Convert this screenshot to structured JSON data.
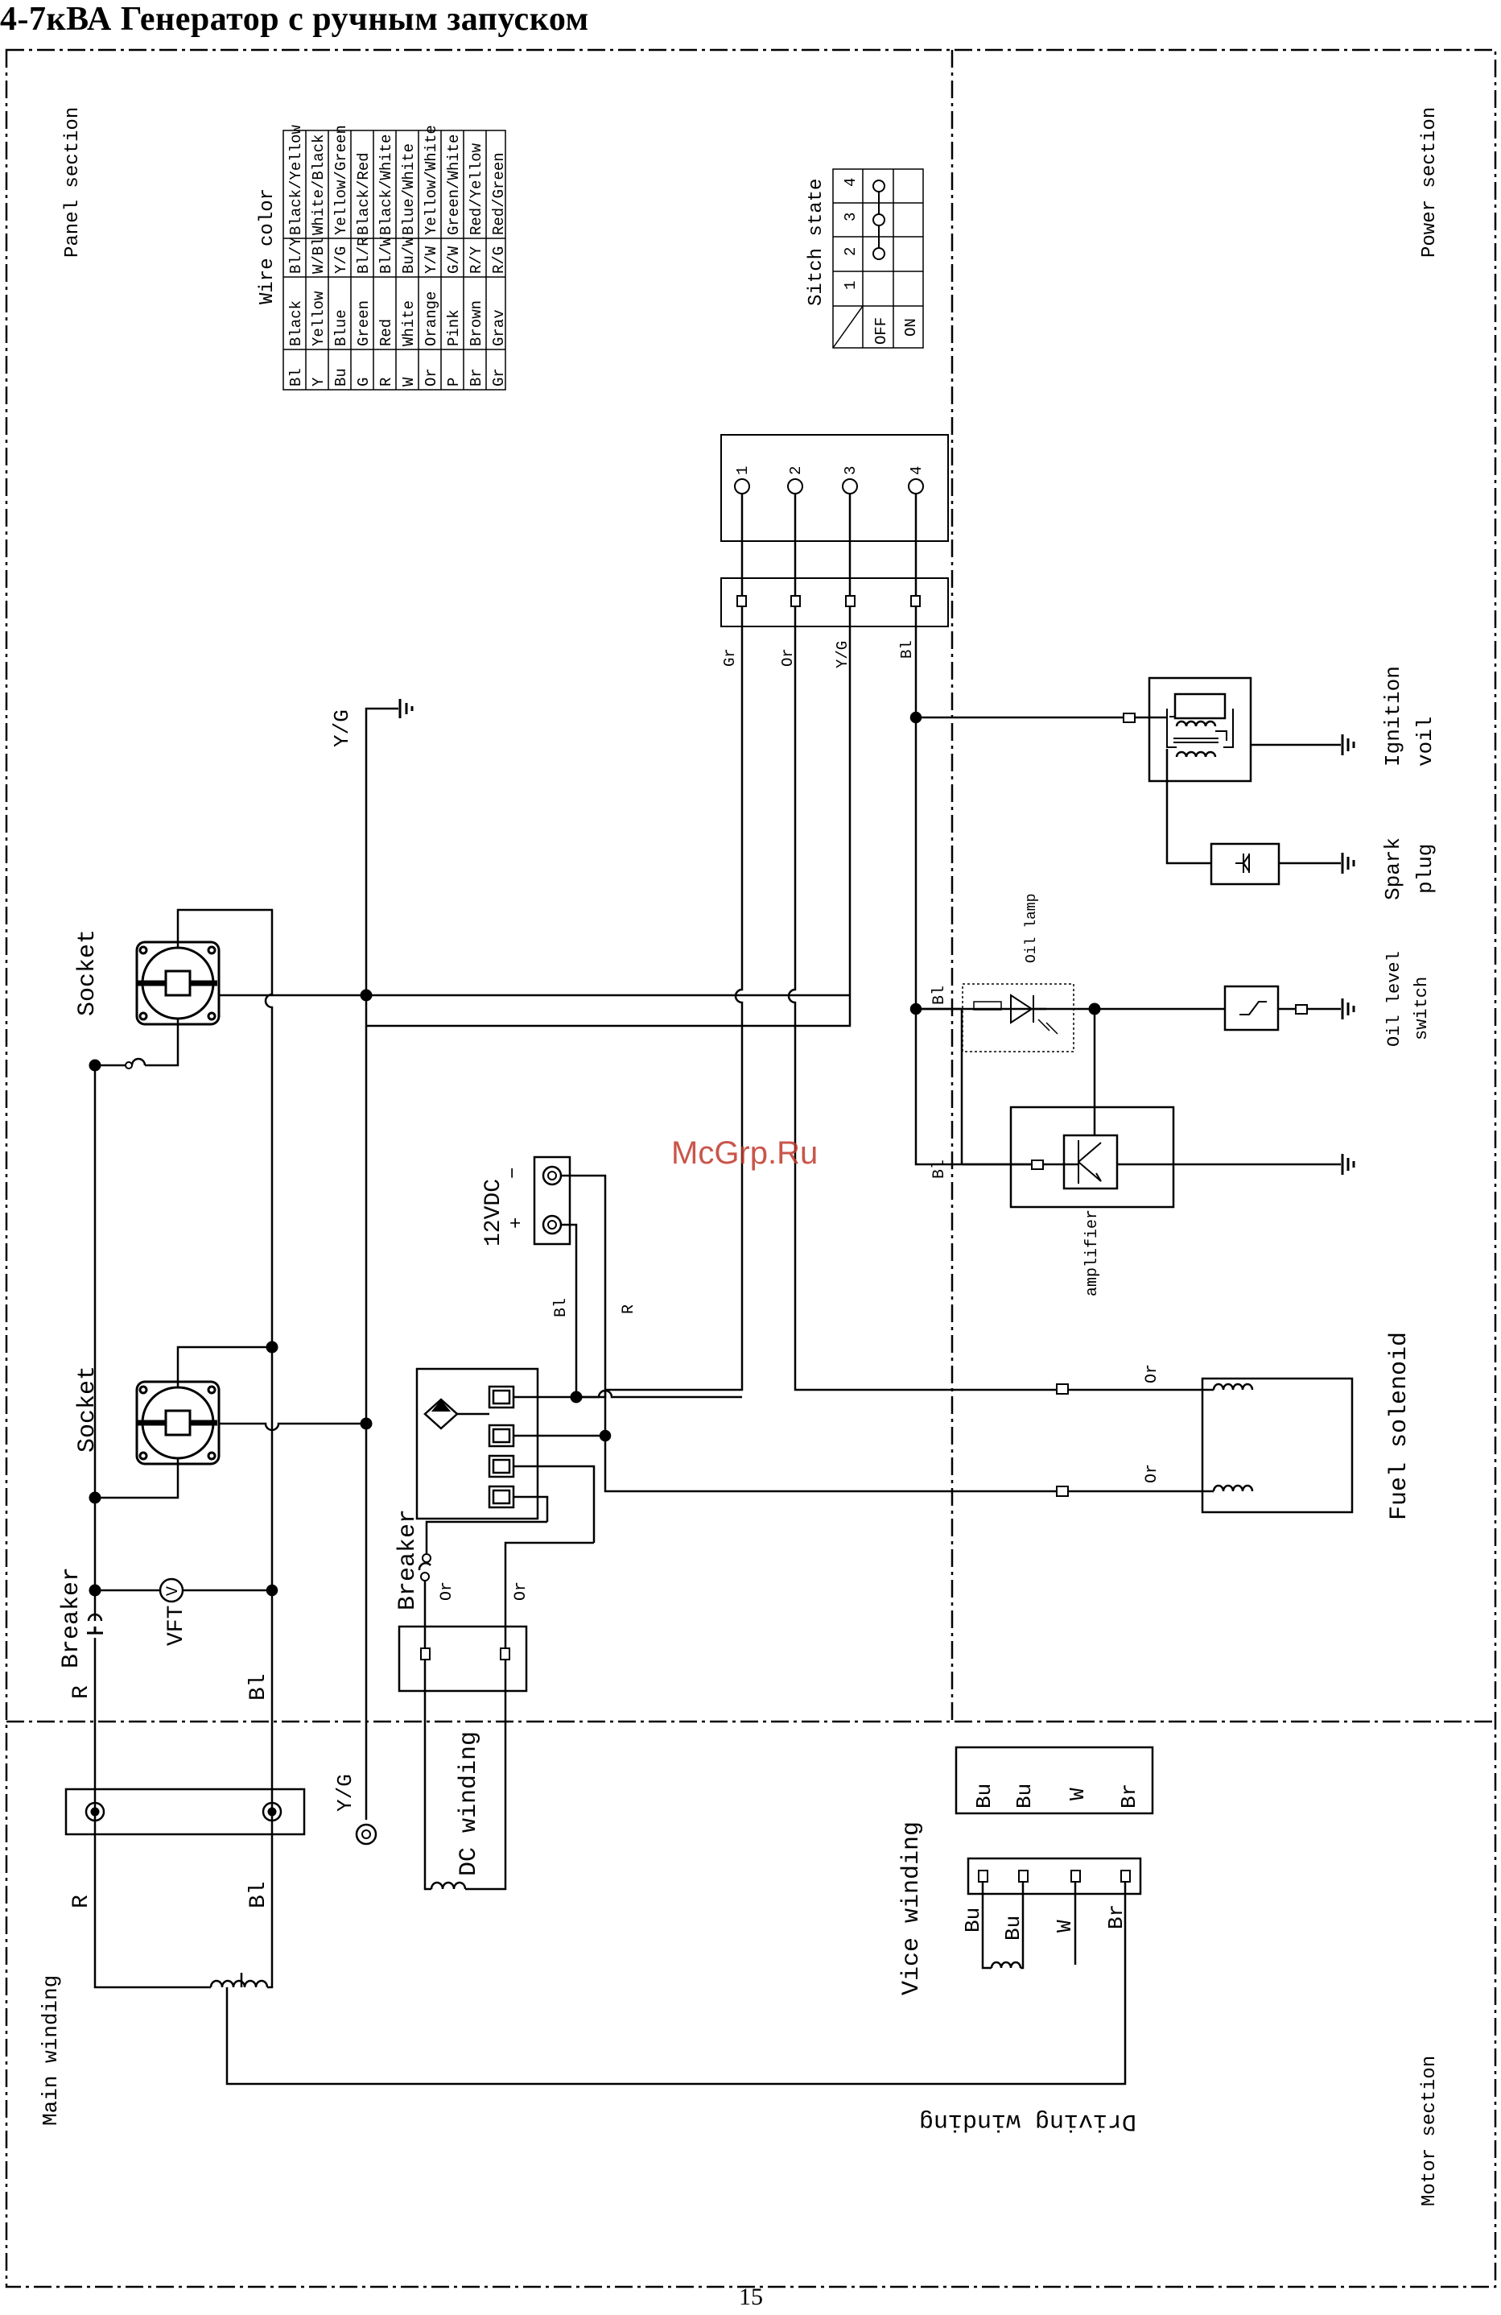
{
  "title": "4-7кВА Генератор с ручным запуском",
  "page_number": "15",
  "watermark": "McGrp.Ru",
  "sections": {
    "panel": "Panel section",
    "power": "Power section",
    "motor": "Motor section"
  },
  "wire_color_table": {
    "title": "Wire color",
    "rows": [
      [
        "Bl",
        "Black",
        "Bl/Y",
        "Black/Yellow"
      ],
      [
        "Y",
        "Yellow",
        "W/Bl",
        "White/Black"
      ],
      [
        "Bu",
        "Blue",
        "Y/G",
        "Yellow/Green"
      ],
      [
        "G",
        "Green",
        "Bl/R",
        "Black/Red"
      ],
      [
        "R",
        "Red",
        "Bl/W",
        "Black/White"
      ],
      [
        "W",
        "White",
        "Bu/W",
        "Blue/White"
      ],
      [
        "Or",
        "Orange",
        "Y/W",
        "Yellow/White"
      ],
      [
        "P",
        "Pink",
        "G/W",
        "Green/White"
      ],
      [
        "Br",
        "Brown",
        "R/Y",
        "Red/Yellow"
      ],
      [
        "Gr",
        "Grav",
        "R/G",
        "Red/Green"
      ]
    ]
  },
  "switch_table": {
    "title": "Sitch state",
    "columns": [
      "1",
      "2",
      "3",
      "4"
    ],
    "rows": [
      "OFF",
      "ON"
    ]
  },
  "switch_terminals": [
    "1",
    "2",
    "3",
    "4"
  ],
  "switch_wires": [
    "Gr",
    "Or",
    "Y/G",
    "Bl"
  ],
  "labels": {
    "socket_upper": "Socket",
    "socket_lower": "Socket",
    "breaker_main": "Breaker",
    "breaker_dc": "Breaker",
    "voltmeter": "VFT",
    "voltmeter_symbol": "V",
    "battery": "12VDC",
    "battery_minus": "−",
    "battery_plus": "+",
    "ignition_coil": [
      "Ignition",
      "voil"
    ],
    "spark_plug": [
      "Spark",
      "plug"
    ],
    "oil_level_switch": [
      "Oil level",
      "switch"
    ],
    "oil_lamp": "Oil lamp",
    "amplifier": "amplifier",
    "fuel_solenoid": "Fuel solenoid",
    "dc_winding": "DC winding",
    "vice_winding": "Vice winding",
    "main_winding": "Main winding",
    "driving_winding": "Driving winding"
  },
  "wire_labels": {
    "yg_top": "Y/G",
    "yg_bottom": "Y/G",
    "r_upper": "R",
    "bl_upper": "Bl",
    "r_lower": "R",
    "bl_lower": "Bl",
    "battery_bl": "Bl",
    "battery_r": "R",
    "dc_or_1": "Or",
    "dc_or_2": "Or",
    "fuel_or_1": "Or",
    "fuel_or_2": "Or",
    "oil_bl": "Bl",
    "amp_bl": "Bl"
  },
  "vice_winding_box": [
    "Bu",
    "Bu",
    "W",
    "Br"
  ],
  "vice_winding_leads": [
    "Bu",
    "Bu",
    "W",
    "Br"
  ]
}
